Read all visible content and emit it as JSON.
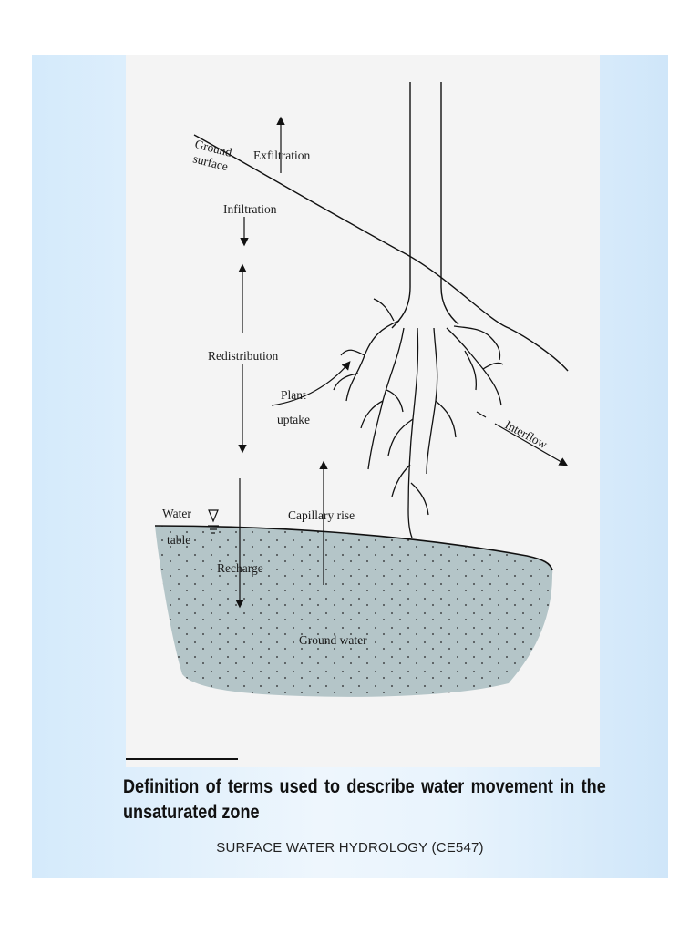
{
  "diagram": {
    "labels": {
      "ground_surface_1": "Ground",
      "ground_surface_2": "surface",
      "exfiltration": "Exfiltration",
      "infiltration": "Infiltration",
      "redistribution": "Redistribution",
      "plant_uptake_1": "Plant",
      "plant_uptake_2": "uptake",
      "interflow": "Interflow",
      "water_table_1": "Water",
      "water_table_2": "table",
      "capillary_rise": "Capillary rise",
      "recharge": "Recharge",
      "ground_water": "Ground water"
    },
    "groundwater_fill": "#b4c5c8"
  },
  "caption": "Definition of terms used to describe water movement in the unsaturated zone",
  "footer": "SURFACE WATER HYDROLOGY (CE547)"
}
